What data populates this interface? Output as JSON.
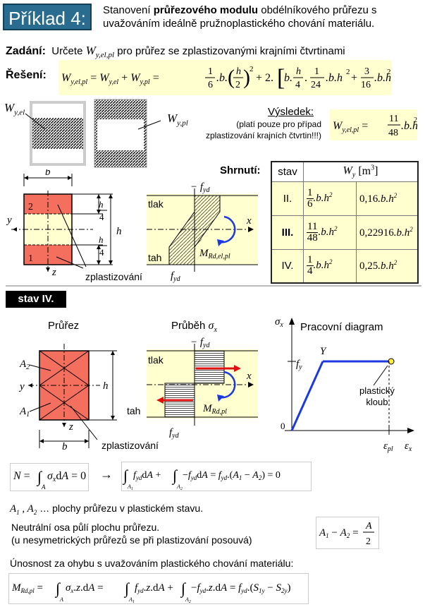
{
  "title": {
    "badge": "Příklad 4:",
    "desc_1": "Stanovení ",
    "desc_bold": "průřezového modulu",
    "desc_2": " obdélníkového průřezu s uvažováním ideálně pružnoplastického chování materiálu."
  },
  "assignment": {
    "label": "Zadání:",
    "text_1": "Určete ",
    "symbol": "W",
    "subscript": "y,el,pl",
    "text_2": " pro průřez se zplastizovanými krajními čtvrtinami"
  },
  "solution": {
    "label": "Řešení:"
  },
  "result": {
    "label": "Výsledek:",
    "note_1": "(platí pouze pro případ",
    "note_2": "zplastizování krajních čtvrtin!!!)"
  },
  "labels": {
    "w_el": "W",
    "w_el_sub": "y,el",
    "w_pl": "W",
    "w_pl_sub": "y,pl",
    "summary": "Shrnutí:",
    "zplast": "zplastizování",
    "zplast2": "zplastizování",
    "tlak": "tlak",
    "tah": "tah",
    "tlak2": "tlak",
    "tah2": "tah"
  },
  "summary_table": {
    "head_stav": "stav",
    "rows": [
      {
        "stav": "II.",
        "num": "1",
        "den": "6",
        "dec": "0,16",
        "bold": false
      },
      {
        "stav": "III.",
        "num": "11",
        "den": "48",
        "dec": "0,22916",
        "bold": true
      },
      {
        "stav": "IV.",
        "num": "1",
        "den": "4",
        "dec": "0,25",
        "bold": false
      }
    ]
  },
  "stav4": {
    "heading": "stav IV.",
    "prurez": "Průřez",
    "prubeh": "Průběh",
    "pracovni": "Pracovní diagram",
    "plasticky": "plastický",
    "kloub": "kloub"
  },
  "notes": {
    "planes": " … plochy průřezu v plastickém stavu.",
    "neutral_1": "Neutrální osa půlí plochu průřezu.",
    "neutral_2": "(u nesymetrických průřezů se při plastizování posouvá)",
    "capacity": "Únosnost za ohybu s uvažováním plastického chování materiálu:"
  },
  "colors": {
    "accent": "#2a6c8f",
    "yellow": "#ffffd0",
    "red": "#f56f5e",
    "blue": "#1c39e0"
  }
}
